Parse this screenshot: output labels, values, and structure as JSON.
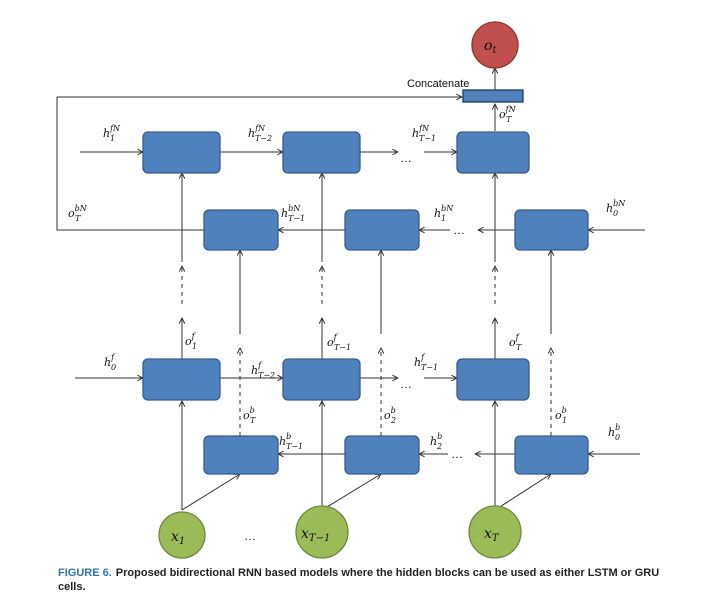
{
  "concat_label": "Concatenate",
  "output": "o",
  "output_sub": "t",
  "inputs": [
    {
      "base": "x",
      "sub": "1"
    },
    {
      "base": "x",
      "sub": "T−1"
    },
    {
      "base": "x",
      "sub": "T"
    }
  ],
  "ellipsis": "…",
  "labels": {
    "top_h1_fN": {
      "b": "h",
      "sub": "1",
      "sup": "fN"
    },
    "top_hT2_fN": {
      "b": "h",
      "sub": "T−2",
      "sup": "fN"
    },
    "top_hT1_fN": {
      "b": "h",
      "sub": "T−1",
      "sup": "fN"
    },
    "top_oT_fN": {
      "b": "o",
      "sub": "T",
      "sup": "fN"
    },
    "top_oT_bN": {
      "b": "o",
      "sub": "T",
      "sup": "bN"
    },
    "top_hT1_bN": {
      "b": "h",
      "sub": "T−1",
      "sup": "bN"
    },
    "top_h1_bN": {
      "b": "h",
      "sub": "1",
      "sup": "bN"
    },
    "top_h0_bN": {
      "b": "h",
      "sub": "0",
      "sup": "bN"
    },
    "bot_h0_f": {
      "b": "h",
      "sub": "0",
      "sup": "f"
    },
    "bot_o1_f": {
      "b": "o",
      "sub": "1",
      "sup": "f"
    },
    "bot_hT2_f": {
      "b": "h",
      "sub": "T−2",
      "sup": "f"
    },
    "bot_oT1_f": {
      "b": "o",
      "sub": "T−1",
      "sup": "f"
    },
    "bot_hT1_f": {
      "b": "h",
      "sub": "T−1",
      "sup": "f"
    },
    "bot_oT_f": {
      "b": "o",
      "sub": "T",
      "sup": "f"
    },
    "bot_oT_b": {
      "b": "o",
      "sub": "T",
      "sup": "b"
    },
    "bot_o2_b": {
      "b": "o",
      "sub": "2",
      "sup": "b"
    },
    "bot_o1_b": {
      "b": "o",
      "sub": "1",
      "sup": "b"
    },
    "bot_hT1_b": {
      "b": "h",
      "sub": "T−1",
      "sup": "b"
    },
    "bot_h2_b": {
      "b": "h",
      "sub": "2",
      "sup": "b"
    },
    "bot_h0_b": {
      "b": "h",
      "sub": "0",
      "sup": "b"
    }
  },
  "caption": {
    "label": "FIGURE 6.",
    "text": "Proposed bidirectional RNN based models where the hidden blocks can be used as either LSTM or GRU cells."
  }
}
